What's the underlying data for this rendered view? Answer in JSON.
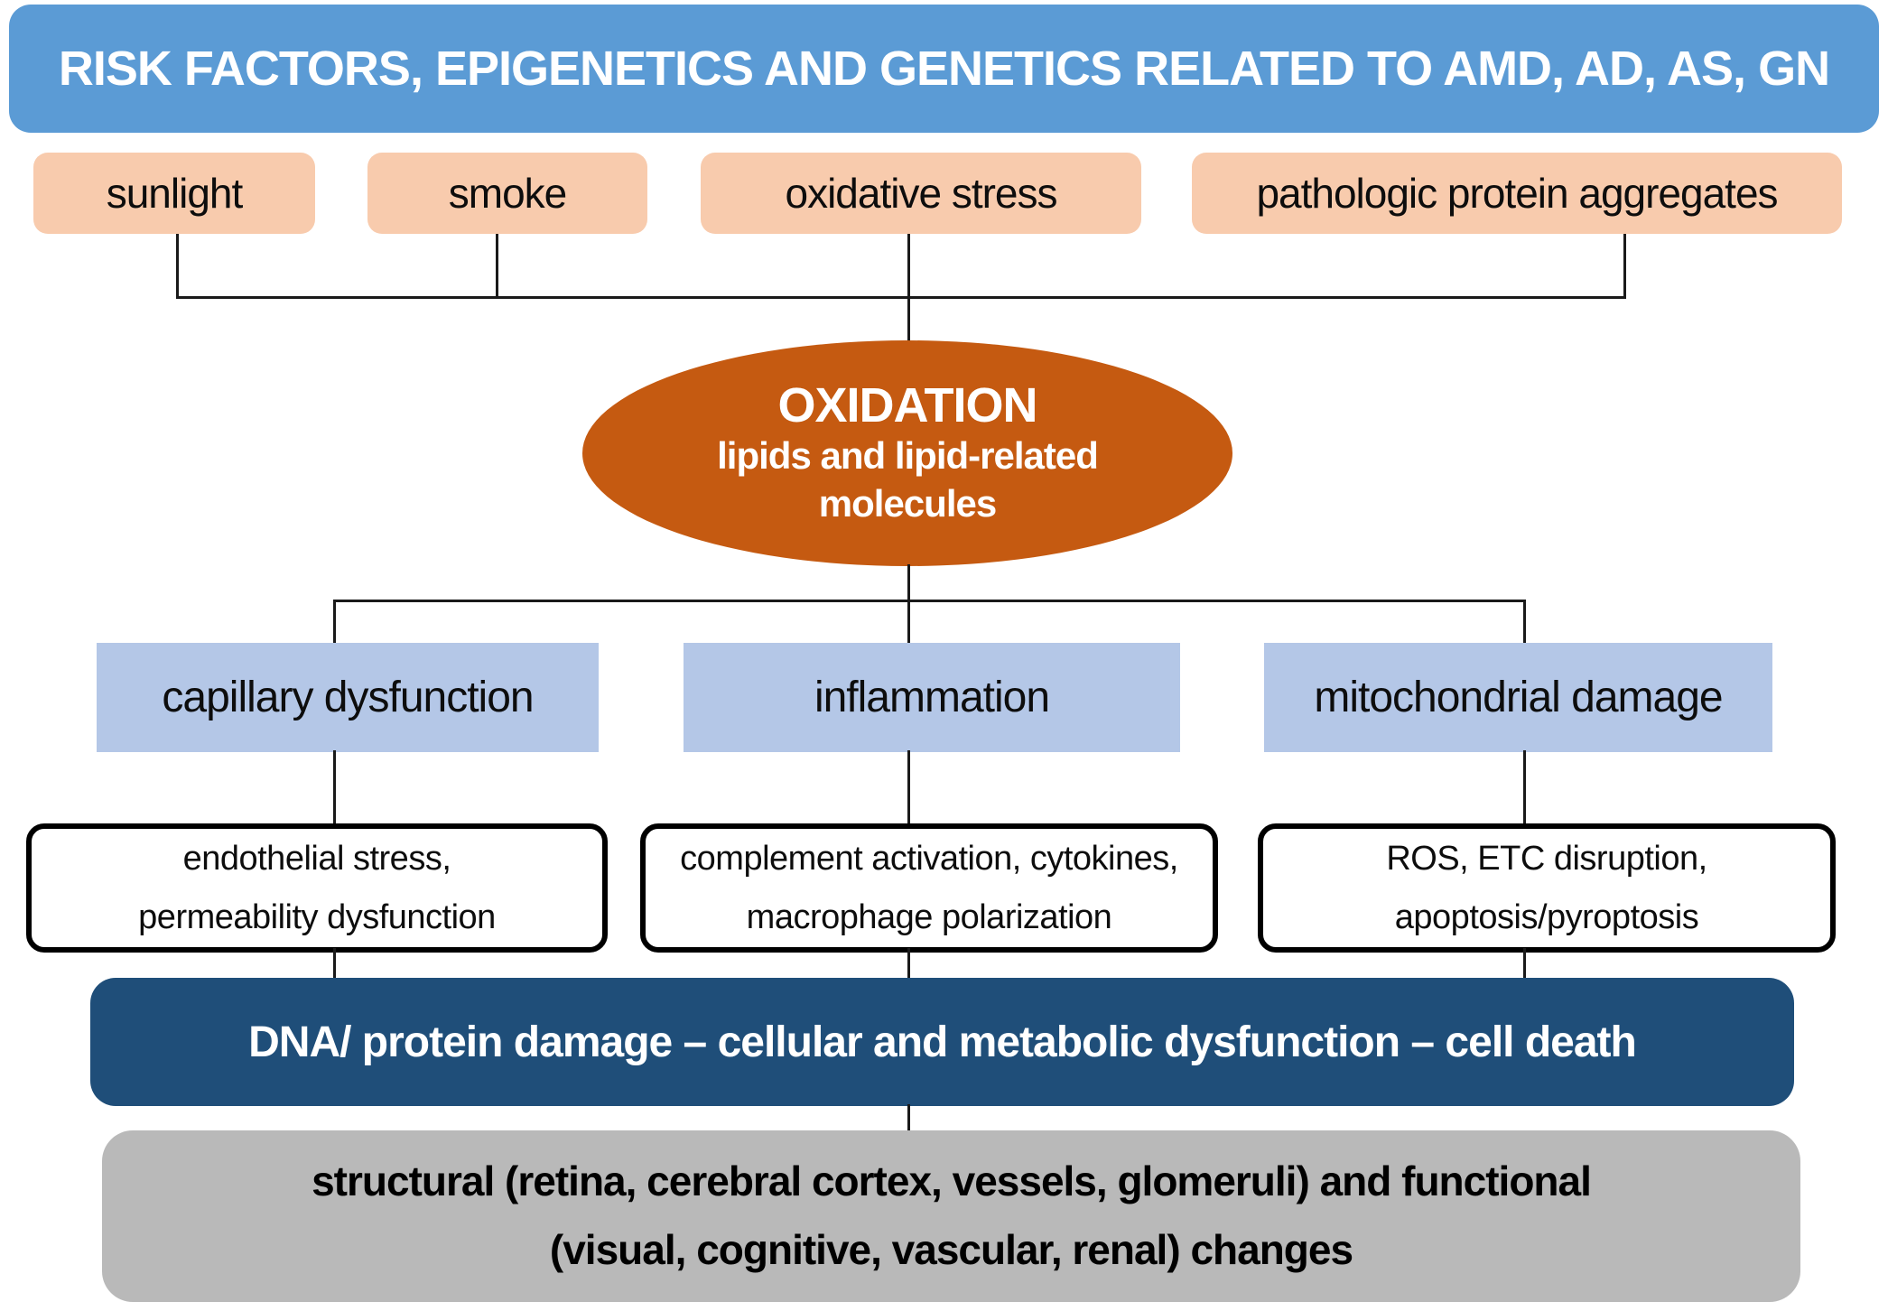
{
  "title_banner": {
    "text": "RISK FACTORS, EPIGENETICS AND GENETICS RELATED TO AMD, AD, AS, GN"
  },
  "risk_factors": [
    {
      "label": "sunlight"
    },
    {
      "label": "smoke"
    },
    {
      "label": "oxidative stress"
    },
    {
      "label": "pathologic protein aggregates"
    }
  ],
  "oxidation_ellipse": {
    "title": "OXIDATION",
    "subtitle_line1": "lipids and lipid-related",
    "subtitle_line2": "molecules"
  },
  "pathways": [
    {
      "label": "capillary dysfunction",
      "detail_line1": "endothelial stress,",
      "detail_line2": "permeability dysfunction"
    },
    {
      "label": "inflammation",
      "detail_line1": "complement activation, cytokines,",
      "detail_line2": "macrophage polarization"
    },
    {
      "label": "mitochondrial damage",
      "detail_line1": "ROS, ETC disruption,",
      "detail_line2": "apoptosis/pyroptosis"
    }
  ],
  "damage_banner": {
    "text": "DNA/ protein damage – cellular and metabolic dysfunction – cell death"
  },
  "outcome_box": {
    "line1": "structural (retina, cerebral cortex, vessels, glomeruli) and functional",
    "line2": "(visual, cognitive, vascular, renal) changes"
  },
  "colors": {
    "title_banner_bg": "#5B9BD5",
    "risk_factor_bg": "#F8CBAD",
    "oxidation_bg": "#C55A11",
    "pathway_bg": "#B4C7E7",
    "damage_banner_bg": "#1F4E79",
    "outcome_bg": "#B9B9B9",
    "connector": "#1A1A1A",
    "text_light": "#FFFFFF",
    "text_dark": "#000000"
  }
}
